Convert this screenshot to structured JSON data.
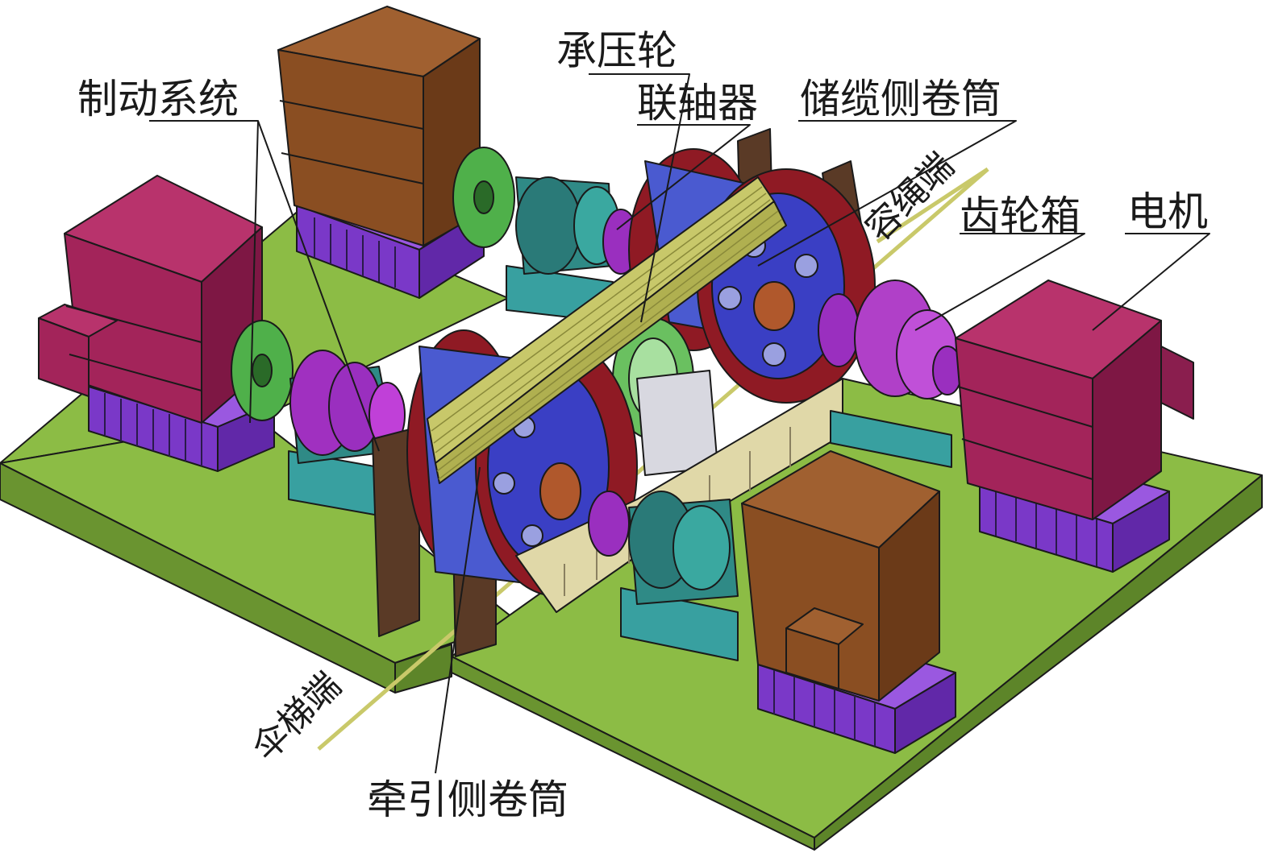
{
  "labels": {
    "brake_system": "制动系统",
    "pressure_wheel": "承压轮",
    "coupling": "联轴器",
    "storage_drum": "储缆侧卷筒",
    "gearbox": "齿轮箱",
    "motor": "电机",
    "traction_drum": "牵引侧卷筒",
    "rope_end": "容绳端",
    "umbrella_end": "伞梯端"
  },
  "colors": {
    "base_plate": "#7fad3b",
    "motor": "#a3245a",
    "brake_box": "#8a4e22",
    "pedestal": "#7a38c8",
    "drum_flange": "#8f1a24",
    "drum_core": "#3a3fc4",
    "brake_disc": "#4fb04a",
    "gear_housing": "#2f8a86",
    "coupling": "#9a2fbf",
    "cable": "#c8c86a",
    "bracket": "#5a3a26"
  }
}
